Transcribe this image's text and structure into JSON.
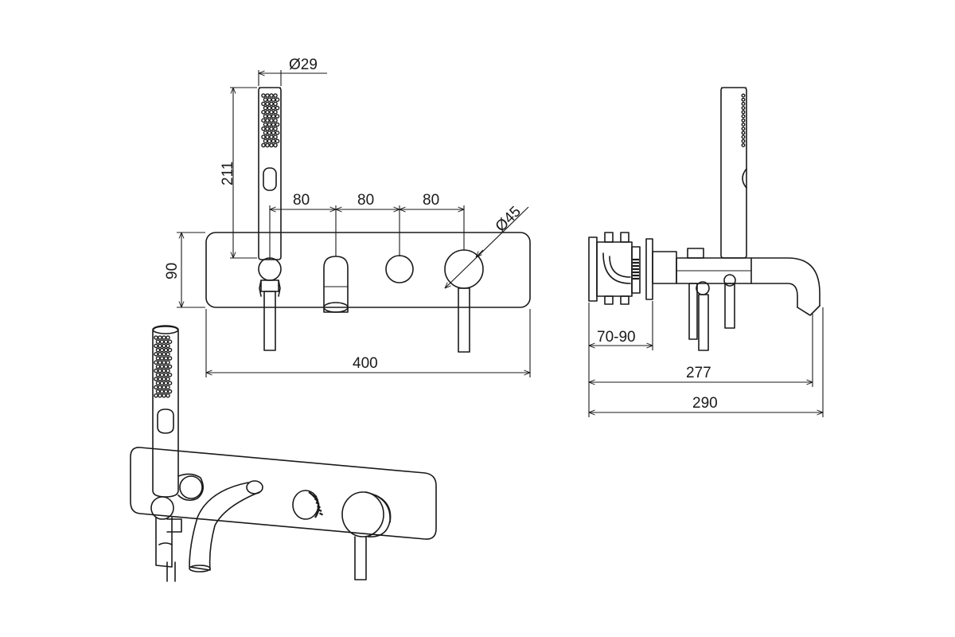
{
  "dimensions": {
    "handshower_diameter": "Ø29",
    "handshower_height": "211",
    "spacing_1": "80",
    "spacing_2": "80",
    "spacing_3": "80",
    "lever_diameter": "Ø45",
    "plate_height": "90",
    "plate_width": "400",
    "wall_depth": "70-90",
    "spout_projection_1": "277",
    "spout_projection_2": "290"
  },
  "colors": {
    "line": "#1a1a1a",
    "background": "#ffffff"
  }
}
